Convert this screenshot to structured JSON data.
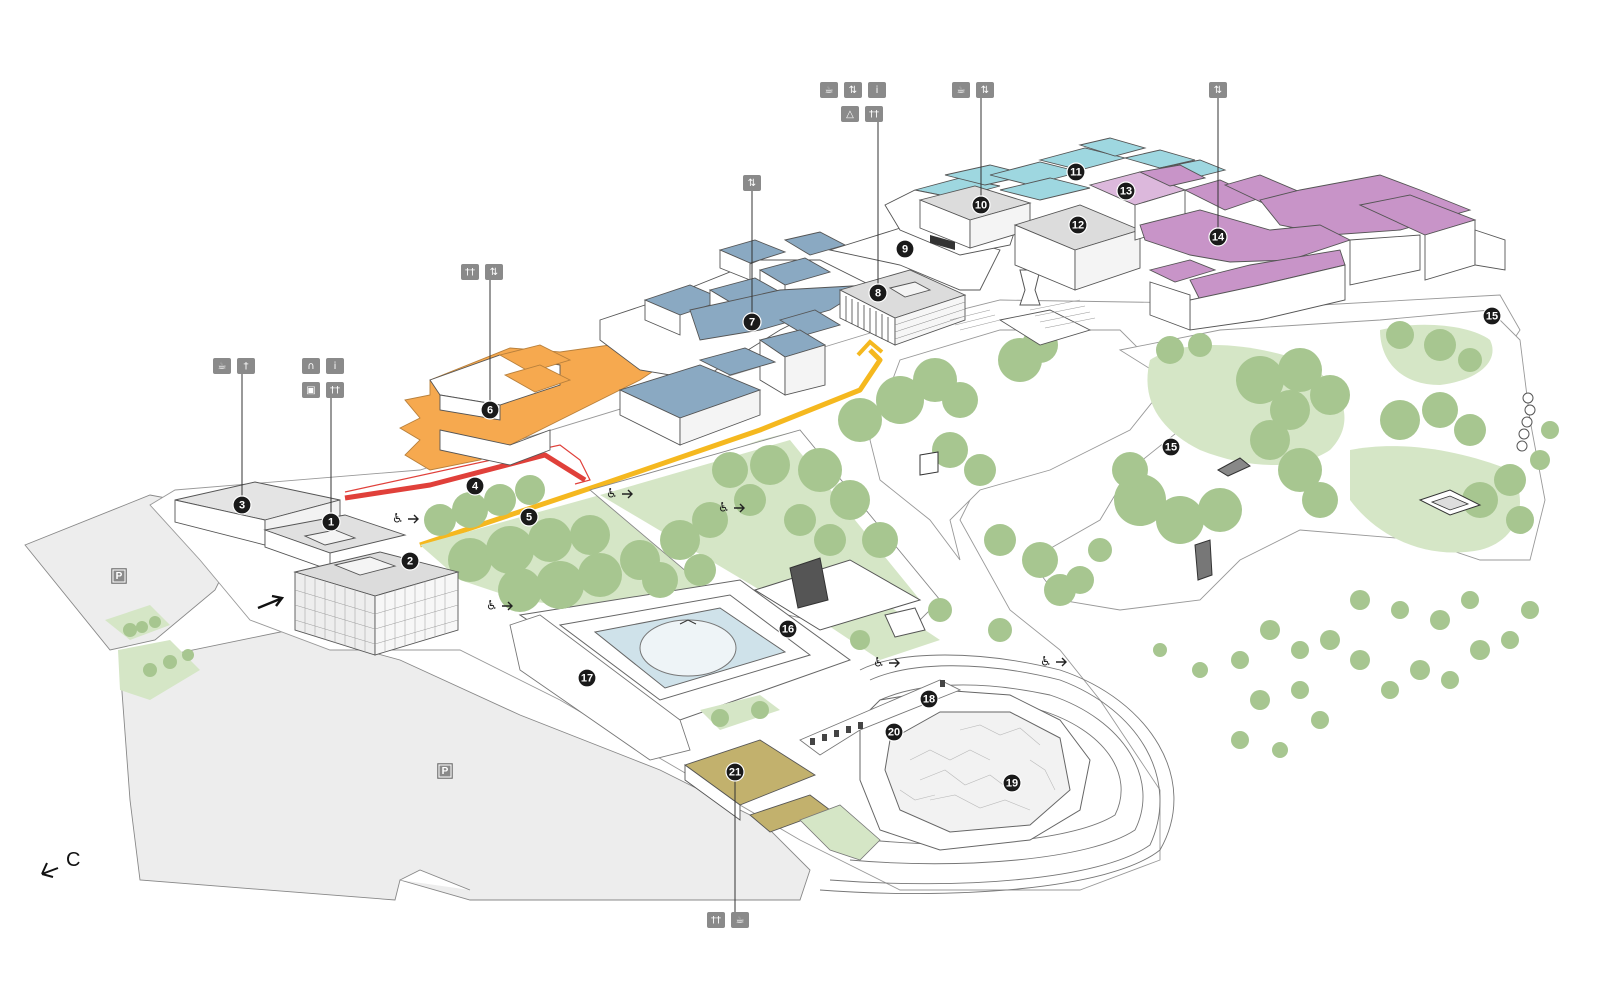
{
  "compass": {
    "label": "C",
    "arrow": "arrow-left-icon"
  },
  "colors": {
    "orange": "#f6a94f",
    "blue": "#8aa9c2",
    "cyan": "#9ed7e0",
    "purple": "#c894c8",
    "lilac": "#dcb8dc",
    "olive": "#c2b16d",
    "gray": "#d6d6d6",
    "green": "#a7c690",
    "lightgreen": "#d5e6c6",
    "path_yellow": "#f5b81f",
    "path_red": "#e0403a",
    "parking_ground": "#ededed"
  },
  "labels": [
    {
      "id": "1",
      "text": "1"
    },
    {
      "id": "2",
      "text": "2"
    },
    {
      "id": "3",
      "text": "3"
    },
    {
      "id": "4",
      "text": "4"
    },
    {
      "id": "5",
      "text": "5"
    },
    {
      "id": "6",
      "text": "6"
    },
    {
      "id": "7",
      "text": "7"
    },
    {
      "id": "8",
      "text": "8"
    },
    {
      "id": "9",
      "text": "9"
    },
    {
      "id": "10",
      "text": "10"
    },
    {
      "id": "11",
      "text": "11"
    },
    {
      "id": "12",
      "text": "12"
    },
    {
      "id": "13",
      "text": "13"
    },
    {
      "id": "14",
      "text": "14"
    },
    {
      "id": "15a",
      "text": "15"
    },
    {
      "id": "15b",
      "text": "15"
    },
    {
      "id": "16",
      "text": "16"
    },
    {
      "id": "17",
      "text": "17"
    },
    {
      "id": "18",
      "text": "18"
    },
    {
      "id": "19",
      "text": "19"
    },
    {
      "id": "20",
      "text": "20"
    },
    {
      "id": "21",
      "text": "21"
    }
  ],
  "icons": [
    {
      "group": "3",
      "items": [
        "cafe-icon",
        "restaurant-icon"
      ]
    },
    {
      "group": "1",
      "items": [
        "audio-guide-icon",
        "info-icon",
        "shop-icon",
        "restrooms-icon"
      ]
    },
    {
      "group": "6",
      "items": [
        "restrooms-icon",
        "elevator-icon"
      ]
    },
    {
      "group": "7",
      "items": [
        "elevator-icon"
      ]
    },
    {
      "group": "8",
      "items": [
        "cafe-icon",
        "elevator-icon",
        "info-icon",
        "coat-check-icon",
        "restrooms-icon"
      ]
    },
    {
      "group": "10",
      "items": [
        "cafe-icon",
        "elevator-icon"
      ]
    },
    {
      "group": "14",
      "items": [
        "elevator-icon"
      ]
    },
    {
      "group": "21",
      "items": [
        "restrooms-icon",
        "cafe-icon"
      ]
    }
  ],
  "parking": [
    {
      "label": "P"
    },
    {
      "label": "P"
    }
  ],
  "accessible_routes": [
    "accessible-route-icon",
    "accessible-route-icon",
    "accessible-route-icon",
    "accessible-route-icon",
    "accessible-route-icon",
    "accessible-route-icon"
  ]
}
